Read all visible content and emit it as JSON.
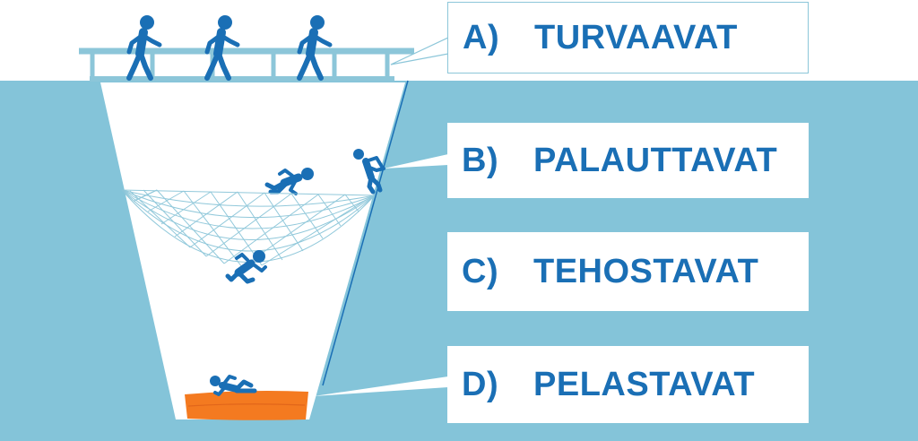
{
  "colors": {
    "water": "#84c4d9",
    "figure": "#1a6fb5",
    "rail": "#8cc6d9",
    "mattress": "#f47a20",
    "box": "#ffffff"
  },
  "labels": [
    {
      "letter": "A)",
      "text": "TURVAAVAT"
    },
    {
      "letter": "B)",
      "text": "PALAUTTAVAT"
    },
    {
      "letter": "C)",
      "text": "TEHOSTAVAT"
    },
    {
      "letter": "D)",
      "text": "PELASTAVAT"
    }
  ],
  "icons": {
    "walkers": [
      "walking-person-icon",
      "walking-person-icon",
      "walking-person-icon"
    ],
    "climber": "climbing-person-icon",
    "falling": "falling-person-icon",
    "net_person": "caught-in-net-person-icon",
    "landed": "landed-person-icon"
  }
}
